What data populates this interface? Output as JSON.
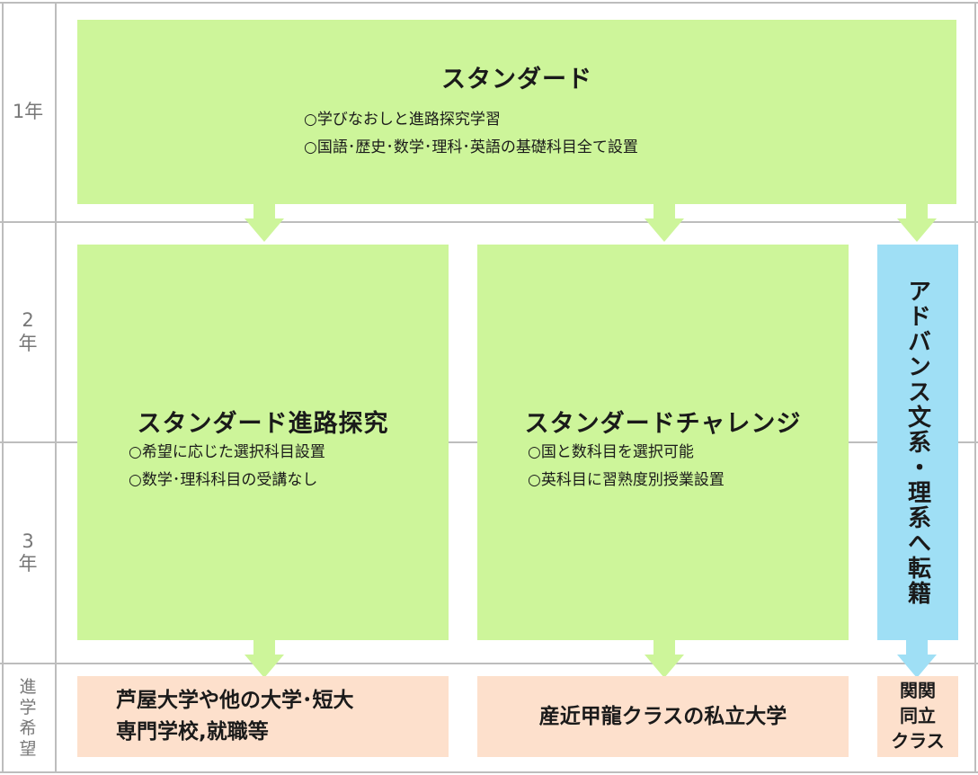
{
  "rows": {
    "year1": "1年",
    "year2": "2年",
    "year3": "3年",
    "destination": "進学希望"
  },
  "standard": {
    "title": "スタンダード",
    "items": [
      "○学びなおしと進路探究学習",
      "○国語･歴史･数学･理科･英語の基礎科目全て設置"
    ]
  },
  "standard_career": {
    "title": "スタンダード進路探究",
    "items": [
      "○希望に応じた選択科目設置",
      "○数学･理科科目の受講なし"
    ]
  },
  "standard_challenge": {
    "title": "スタンダードチャレンジ",
    "items": [
      "○国と数科目を選択可能",
      "○英科目に習熟度別授業設置"
    ]
  },
  "advance": {
    "title": "アドバンス文系・理系へ転籍"
  },
  "destinations": {
    "left_line1": "芦屋大学や他の大学･短大",
    "left_line2": "専門学校,就職等",
    "middle": "産近甲龍クラスの私立大学",
    "right_line1": "関関",
    "right_line2": "同立",
    "right_line3": "クラス"
  },
  "colors": {
    "green": "#cdf59a",
    "blue": "#9fdff5",
    "peach": "#fde0cc",
    "arrow_green": "#cdf59a",
    "arrow_blue": "#9fdff5",
    "grid": "#bdbdbd"
  }
}
